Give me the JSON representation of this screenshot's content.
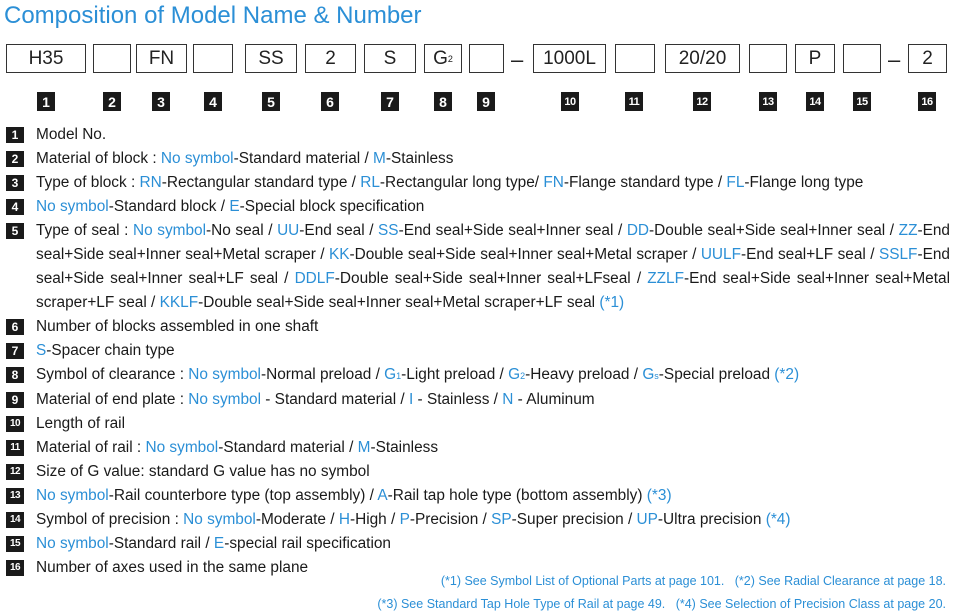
{
  "title": "Composition of Model Name & Number",
  "code_boxes": [
    "H35",
    "",
    "FN",
    "",
    "SS",
    "2",
    "S",
    "G2",
    "",
    "1000L",
    "",
    "20/20",
    "",
    "P",
    "",
    "2"
  ],
  "code_dashes": [
    "–",
    "–"
  ],
  "position_numbers": [
    "1",
    "2",
    "3",
    "4",
    "5",
    "6",
    "7",
    "8",
    "9",
    "10",
    "11",
    "12",
    "13",
    "14",
    "15",
    "16"
  ],
  "items": [
    {
      "n": "1",
      "parts": [
        {
          "t": "Model No."
        }
      ]
    },
    {
      "n": "2",
      "parts": [
        {
          "t": "Material of block : "
        },
        {
          "t": "No symbol",
          "b": 1
        },
        {
          "t": "-Standard material / "
        },
        {
          "t": "M",
          "b": 1
        },
        {
          "t": "-Stainless"
        }
      ]
    },
    {
      "n": "3",
      "parts": [
        {
          "t": "Type of block : "
        },
        {
          "t": "RN",
          "b": 1
        },
        {
          "t": "-Rectangular standard type / "
        },
        {
          "t": "RL",
          "b": 1
        },
        {
          "t": "-Rectangular long type/ "
        },
        {
          "t": "FN",
          "b": 1
        },
        {
          "t": "-Flange standard type / "
        },
        {
          "t": "FL",
          "b": 1
        },
        {
          "t": "-Flange long type"
        }
      ]
    },
    {
      "n": "4",
      "parts": [
        {
          "t": "No symbol",
          "b": 1
        },
        {
          "t": "-Standard block / "
        },
        {
          "t": "E",
          "b": 1
        },
        {
          "t": "-Special block specification"
        }
      ]
    },
    {
      "n": "5",
      "parts": [
        {
          "t": "Type of seal : "
        },
        {
          "t": "No symbol",
          "b": 1
        },
        {
          "t": "-No seal / "
        },
        {
          "t": "UU",
          "b": 1
        },
        {
          "t": "-End seal / "
        },
        {
          "t": "SS",
          "b": 1
        },
        {
          "t": "-End seal+Side seal+Inner seal / "
        },
        {
          "t": "DD",
          "b": 1
        },
        {
          "t": "-Double seal+Side seal+Inner seal / "
        },
        {
          "t": "ZZ",
          "b": 1
        },
        {
          "t": "-End seal+Side seal+Inner seal+Metal scraper / "
        },
        {
          "t": "KK",
          "b": 1
        },
        {
          "t": "-Double seal+Side seal+Inner seal+Metal scraper / "
        },
        {
          "t": "UULF",
          "b": 1
        },
        {
          "t": "-End seal+LF seal / "
        },
        {
          "t": "SSLF",
          "b": 1
        },
        {
          "t": "-End seal+Side seal+Inner seal+LF seal / "
        },
        {
          "t": "DDLF",
          "b": 1
        },
        {
          "t": "-Double seal+Side seal+Inner seal+LFseal / "
        },
        {
          "t": "ZZLF",
          "b": 1
        },
        {
          "t": "-End seal+Side seal+Inner seal+Metal scraper+LF seal / "
        },
        {
          "t": "KKLF",
          "b": 1
        },
        {
          "t": "-Double seal+Side seal+Inner seal+Metal scraper+LF seal "
        },
        {
          "t": "(*1)",
          "b": 1
        }
      ]
    },
    {
      "n": "6",
      "parts": [
        {
          "t": "Number of blocks assembled in one shaft"
        }
      ]
    },
    {
      "n": "7",
      "parts": [
        {
          "t": "S",
          "b": 1
        },
        {
          "t": "-Spacer chain type"
        }
      ]
    },
    {
      "n": "8",
      "parts": [
        {
          "t": "Symbol of clearance : "
        },
        {
          "t": "No symbol",
          "b": 1
        },
        {
          "t": "-Normal preload / "
        },
        {
          "t": "G1",
          "b": 1
        },
        {
          "t": "-Light preload / "
        },
        {
          "t": "G2",
          "b": 1
        },
        {
          "t": "-Heavy preload / "
        },
        {
          "t": "Gs",
          "b": 1
        },
        {
          "t": "-Special preload  "
        },
        {
          "t": "(*2)",
          "b": 1
        }
      ]
    },
    {
      "n": "9",
      "parts": [
        {
          "t": "Material of end plate : "
        },
        {
          "t": "No symbol",
          "b": 1
        },
        {
          "t": " - Standard material / "
        },
        {
          "t": "I",
          "b": 1
        },
        {
          "t": " - Stainless / "
        },
        {
          "t": "N",
          "b": 1
        },
        {
          "t": " - Aluminum"
        }
      ]
    },
    {
      "n": "10",
      "parts": [
        {
          "t": "Length of rail"
        }
      ]
    },
    {
      "n": "11",
      "parts": [
        {
          "t": "Material of rail : "
        },
        {
          "t": "No symbol",
          "b": 1
        },
        {
          "t": "-Standard material / "
        },
        {
          "t": "M",
          "b": 1
        },
        {
          "t": "-Stainless"
        }
      ]
    },
    {
      "n": "12",
      "parts": [
        {
          "t": "Size of G value: standard G value has no symbol"
        }
      ]
    },
    {
      "n": "13",
      "parts": [
        {
          "t": "No symbol",
          "b": 1
        },
        {
          "t": "-Rail counterbore type (top assembly) / "
        },
        {
          "t": "A",
          "b": 1
        },
        {
          "t": "-Rail tap hole type (bottom assembly) "
        },
        {
          "t": "(*3)",
          "b": 1
        }
      ]
    },
    {
      "n": "14",
      "parts": [
        {
          "t": "Symbol of precision : "
        },
        {
          "t": "No symbol",
          "b": 1
        },
        {
          "t": "-Moderate / "
        },
        {
          "t": "H",
          "b": 1
        },
        {
          "t": "-High / "
        },
        {
          "t": "P",
          "b": 1
        },
        {
          "t": "-Precision / "
        },
        {
          "t": "SP",
          "b": 1
        },
        {
          "t": "-Super precision / "
        },
        {
          "t": "UP",
          "b": 1
        },
        {
          "t": "-Ultra precision  "
        },
        {
          "t": "(*4)",
          "b": 1
        }
      ]
    },
    {
      "n": "15",
      "parts": [
        {
          "t": "No symbol",
          "b": 1
        },
        {
          "t": "-Standard rail / "
        },
        {
          "t": "E",
          "b": 1
        },
        {
          "t": "-special rail specification"
        }
      ]
    },
    {
      "n": "16",
      "parts": [
        {
          "t": "Number of axes used in the same plane"
        }
      ]
    }
  ],
  "footnotes": [
    "(*1) See Symbol List of Optional Parts at page 101.   (*2) See Radial Clearance at page 18.",
    "(*3) See Standard Tap Hole Type of Rail at page 49.   (*4) See Selection of Precision Class at page 20."
  ],
  "colors": {
    "accent": "#2b8fd6",
    "text": "#1a1a1a",
    "badge": "#1a1a1a"
  }
}
